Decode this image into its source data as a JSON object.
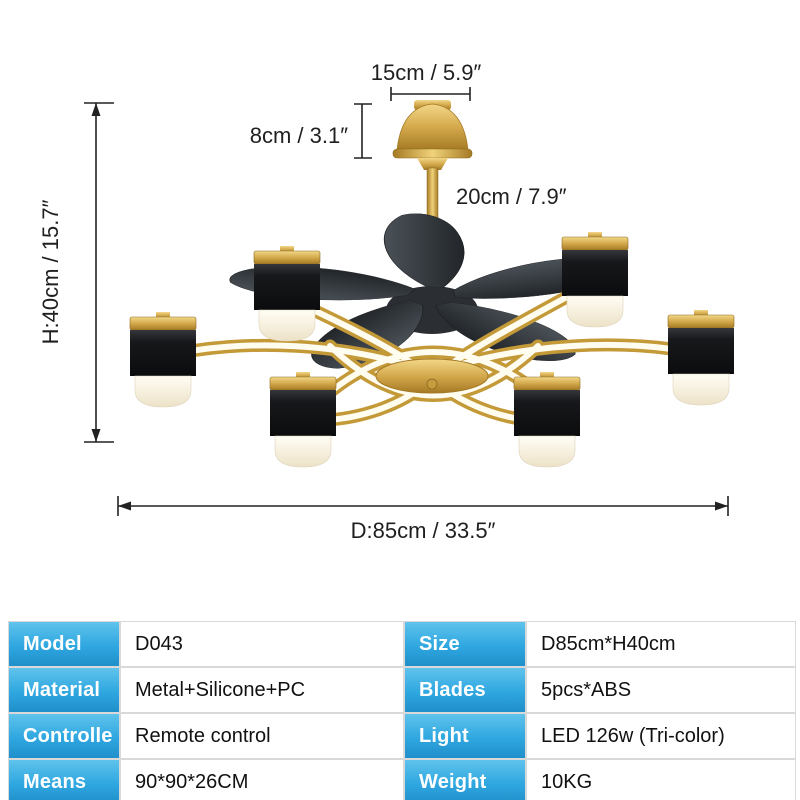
{
  "diagram": {
    "dim_top_width": "15cm / 5.9″",
    "dim_canopy_height": "8cm / 3.1″",
    "dim_rod_length": "20cm / 7.9″",
    "dim_height": "H:40cm / 15.7″",
    "dim_diameter": "D:85cm / 33.5″"
  },
  "colors": {
    "gold": "#D4A94C",
    "lamp_body": "#17181B",
    "blade": "#33383D",
    "table_header_blue": "#2FA7E0",
    "dimension_line": "#222222"
  },
  "spec_table": {
    "rows": [
      {
        "label_left": "Model",
        "value_left": "D043",
        "label_right": "Size",
        "value_right": "D85cm*H40cm"
      },
      {
        "label_left": "Material",
        "value_left": "Metal+Silicone+PC",
        "label_right": "Blades",
        "value_right": "5pcs*ABS"
      },
      {
        "label_left": "Controlle",
        "value_left": "Remote control",
        "label_right": "Light",
        "value_right": "LED 126w (Tri-color)"
      },
      {
        "label_left": "Means",
        "value_left": "90*90*26CM",
        "label_right": "Weight",
        "value_right": "10KG"
      }
    ]
  }
}
